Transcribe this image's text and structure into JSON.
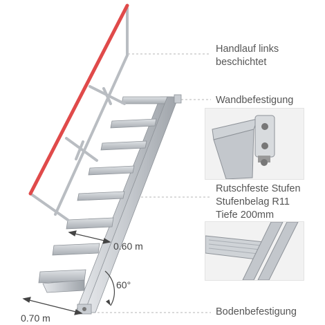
{
  "labels": {
    "handrail": [
      "Handlauf links",
      "beschichtet"
    ],
    "wall_mount": "Wandbefestigung",
    "steps": [
      "Rutschfeste Stufen",
      "Stufenbelag R11",
      "Tiefe 200mm"
    ],
    "floor_mount": "Bodenbefestigung"
  },
  "dimensions": {
    "step_width": "0.60 m",
    "angle": "60°",
    "base_width": "0.70 m"
  },
  "colors": {
    "handrail": "#e04a4a",
    "aluminium": "#c9cdd2",
    "aluminium_dark": "#8d9298",
    "leader_line": "#b5b5b5",
    "text": "#555555"
  }
}
